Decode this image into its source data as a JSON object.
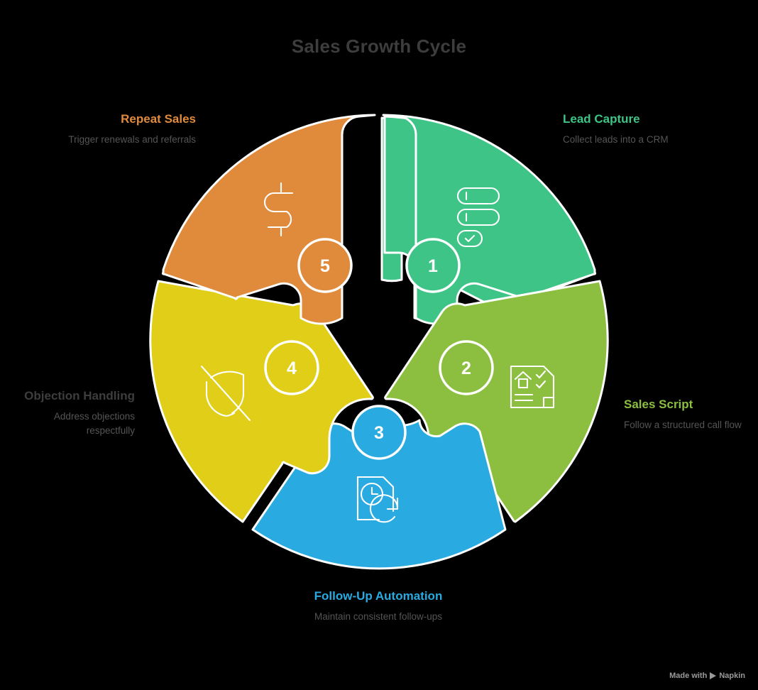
{
  "title": "Sales Growth Cycle",
  "colors": {
    "green": "#3ec487",
    "yellow_green": "#8cbf3f",
    "blue": "#29abe2",
    "yellow": "#e0ce18",
    "orange": "#e08a3c",
    "title_gray": "#3d3d3d",
    "desc_gray": "#555555",
    "background": "#000000",
    "stroke_white": "#ffffff"
  },
  "segments": [
    {
      "number": "1",
      "title": "Lead Capture",
      "desc": "Collect leads into a CRM",
      "color": "#3ec487",
      "icon": "form-checklist-icon"
    },
    {
      "number": "2",
      "title": "Sales Script",
      "desc": "Follow a structured call flow",
      "color": "#8cbf3f",
      "icon": "document-checklist-icon"
    },
    {
      "number": "3",
      "title": "Follow-Up Automation",
      "desc": "Maintain consistent follow-ups",
      "color": "#29abe2",
      "icon": "document-clock-refresh-icon"
    },
    {
      "number": "4",
      "title": "Objection Handling",
      "desc": "Address objections respectfully",
      "color": "#e0ce18",
      "title_color": "#3d3d3d",
      "icon": "shield-off-icon"
    },
    {
      "number": "5",
      "title": "Repeat Sales",
      "desc": "Trigger renewals and referrals",
      "color": "#e08a3c",
      "icon": "dollar-sign-icon"
    }
  ],
  "watermark": {
    "prefix": "Made with",
    "brand": "Napkin"
  }
}
